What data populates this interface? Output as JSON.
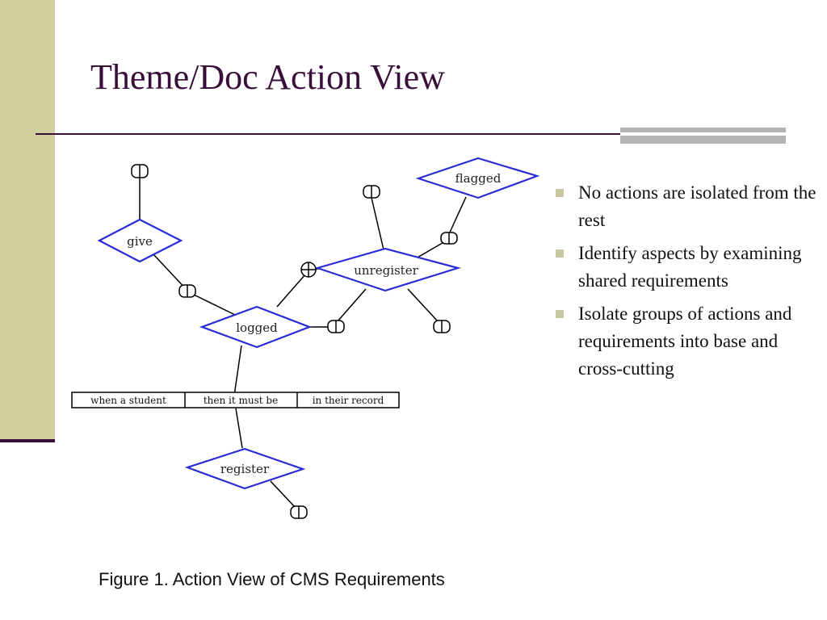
{
  "slide": {
    "title": "Theme/Doc Action View"
  },
  "bullets": [
    "No actions are isolated from the rest",
    "Identify aspects by examining shared requirements",
    "Isolate groups of actions and requirements into base and cross-cutting"
  ],
  "figure": {
    "caption": "Figure 1. Action View of CMS Requirements",
    "actions": {
      "flagged": "flagged",
      "give": "give",
      "unregister": "unregister",
      "logged": "logged",
      "register": "register"
    },
    "requirement_cells": [
      "when a student",
      "then it must be",
      "in their record"
    ]
  },
  "colors": {
    "title": "#3a0e3a",
    "diamond_stroke": "#2b2bd6",
    "left_band": "#cfcf9e"
  }
}
